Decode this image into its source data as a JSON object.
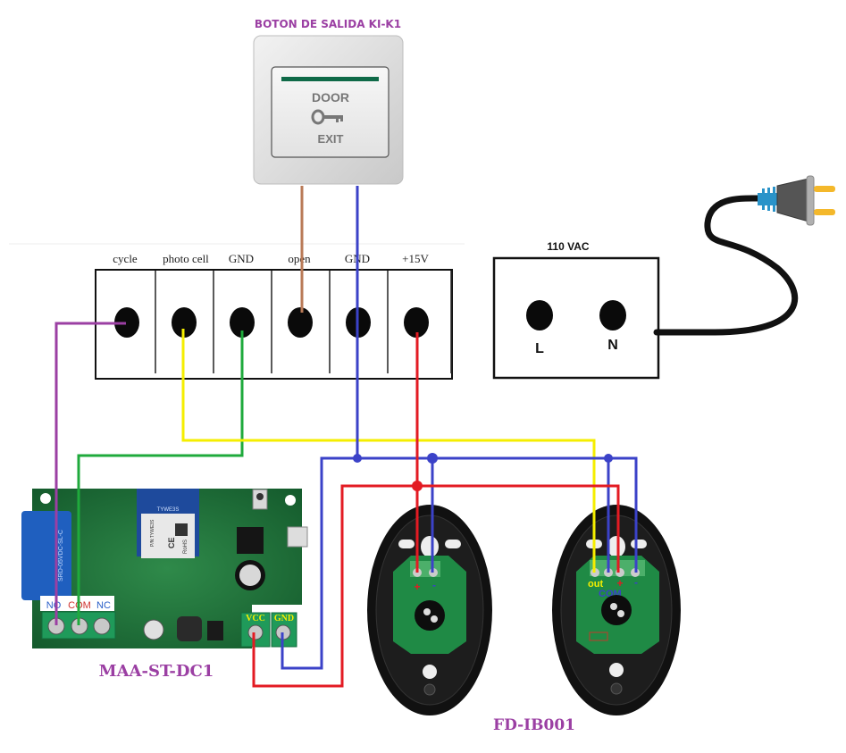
{
  "diagram": {
    "exit_button": {
      "title": "BOTON DE SALIDA KI-K1",
      "line1": "DOOR",
      "line2": "EXIT",
      "icon": "key-icon"
    },
    "terminal_block": {
      "terminals": [
        {
          "label": "cycle"
        },
        {
          "label": "photo cell"
        },
        {
          "label": "GND"
        },
        {
          "label": "open"
        },
        {
          "label": "GND"
        },
        {
          "label": "+15V"
        }
      ]
    },
    "power_block": {
      "title": "110 VAC",
      "terminals": [
        {
          "label": "L"
        },
        {
          "label": "N"
        }
      ],
      "plug_icon": "power-plug-icon"
    },
    "relay_module": {
      "name": "MAA-ST-DC1",
      "relay_terminals": [
        "NO",
        "COM",
        "NC"
      ],
      "power_terminals": [
        "VCC",
        "GND"
      ],
      "module_text": [
        "TYWE3S",
        "P/N:TYWE3S",
        "CE",
        "RoHS"
      ]
    },
    "photocell": {
      "name": "FD-IB001",
      "receiver_labels": [
        "out",
        "COM",
        "+",
        "-"
      ],
      "transmitter_labels": [
        "+",
        "-"
      ]
    },
    "wire_colors": {
      "purple": "#9b3fa3",
      "green": "#1faa3c",
      "yellow": "#f5ee00",
      "blue": "#3b42c8",
      "red": "#e31b23",
      "brown": "#b97a57",
      "black": "#111111"
    }
  }
}
